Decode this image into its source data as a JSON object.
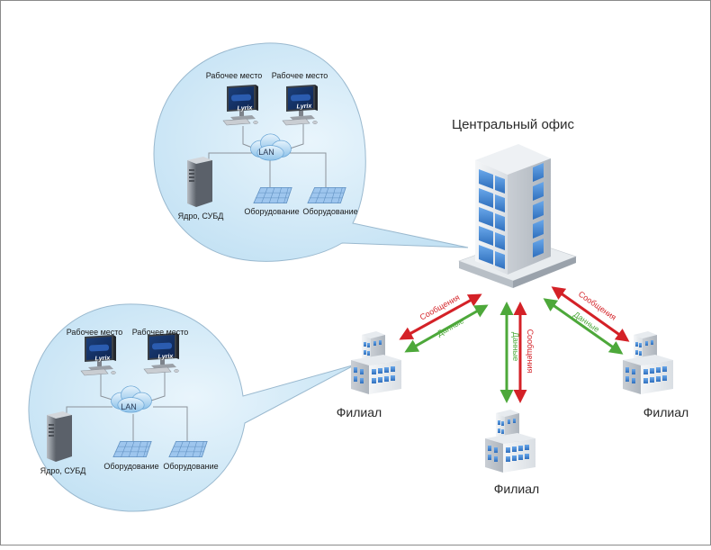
{
  "diagram": {
    "central_office_label": "Центральный офис",
    "branch_label": "Филиал",
    "workstation_label": "Рабочее место",
    "equipment_label": "Оборудование",
    "core_label": "Ядро, СУБД",
    "lan_label": "LAN",
    "logo_text": "Lyrix",
    "messages_label": "Сообщения",
    "data_label": "Данные",
    "colors": {
      "messages_arrow": "#d42127",
      "data_arrow": "#4da83a",
      "bubble_fill": "#cfe8f7",
      "bubble_stroke": "#9ab9cf",
      "building_glass": "#4a8cd6"
    }
  }
}
